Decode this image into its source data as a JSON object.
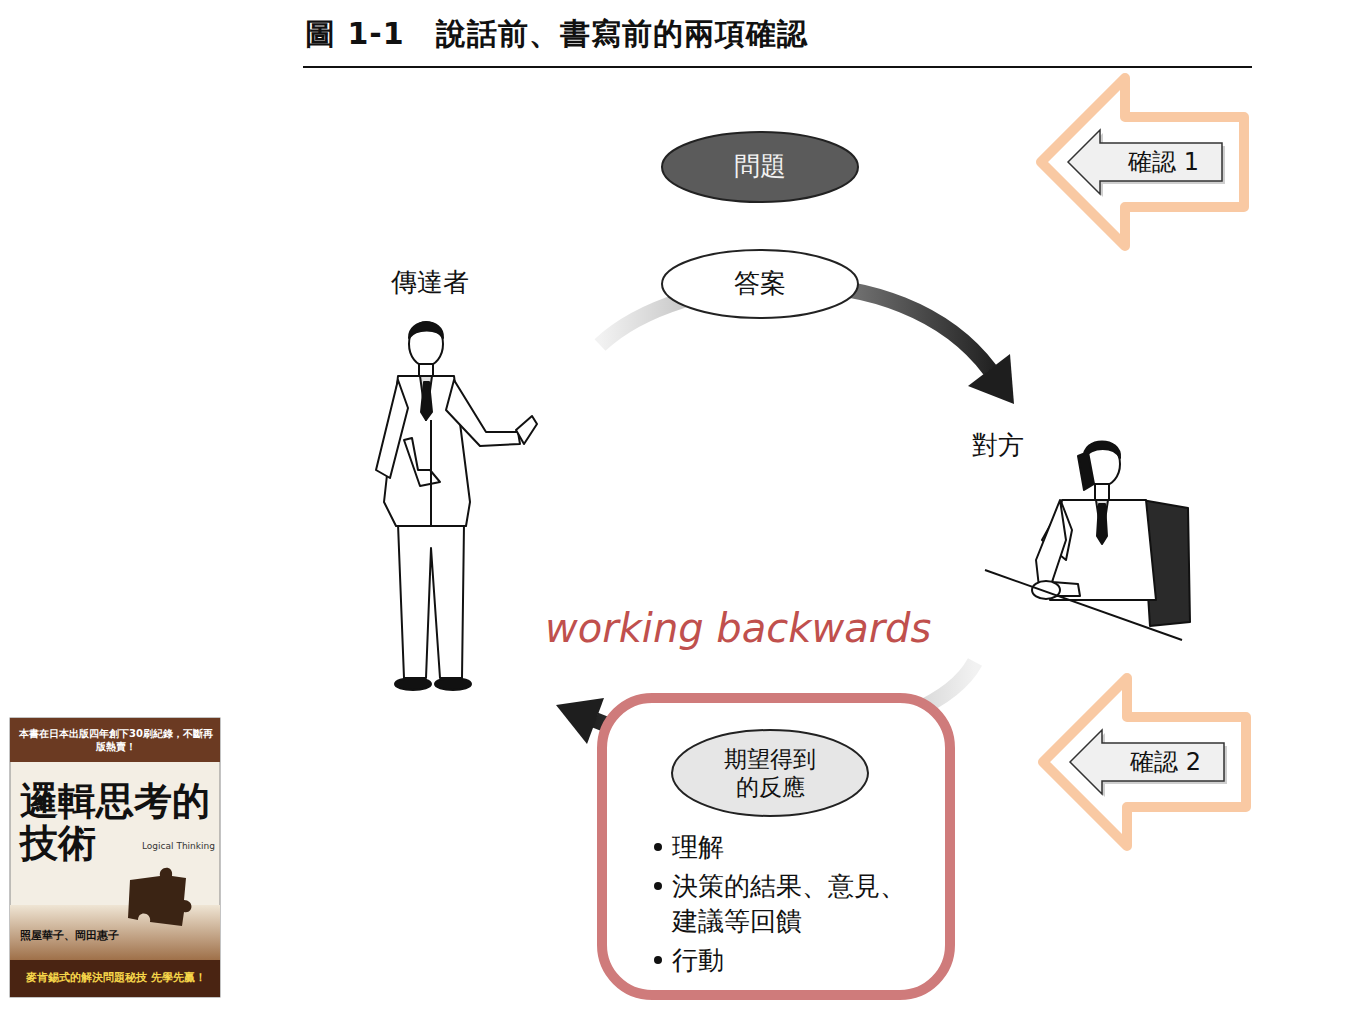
{
  "diagram": {
    "title": "圖 1-1　說話前、書寫前的兩項確認",
    "nodes": [
      {
        "text": [
          "問題"
        ]
      },
      {
        "text": [
          "確認 1"
        ]
      },
      {
        "text": [
          "答案"
        ]
      },
      {
        "text": [
          "理解",
          "決策的結果、意見、建議等回饋",
          "行動"
        ]
      },
      {
        "text": [
          "期望得到 的反應"
        ],
        "in": 3
      },
      {
        "text": [
          "確認 2"
        ]
      }
    ],
    "labels": [
      "傳達者",
      "對方",
      "working backwards",
      "本書在日本出版四年創下30刷紀錄，不斷再版熱賣！",
      "邏輯思考的技術",
      "Logical Thinking",
      "照屋華子、岡田惠子",
      "麥肯錫式的解決問題秘技 先學先贏！"
    ]
  }
}
